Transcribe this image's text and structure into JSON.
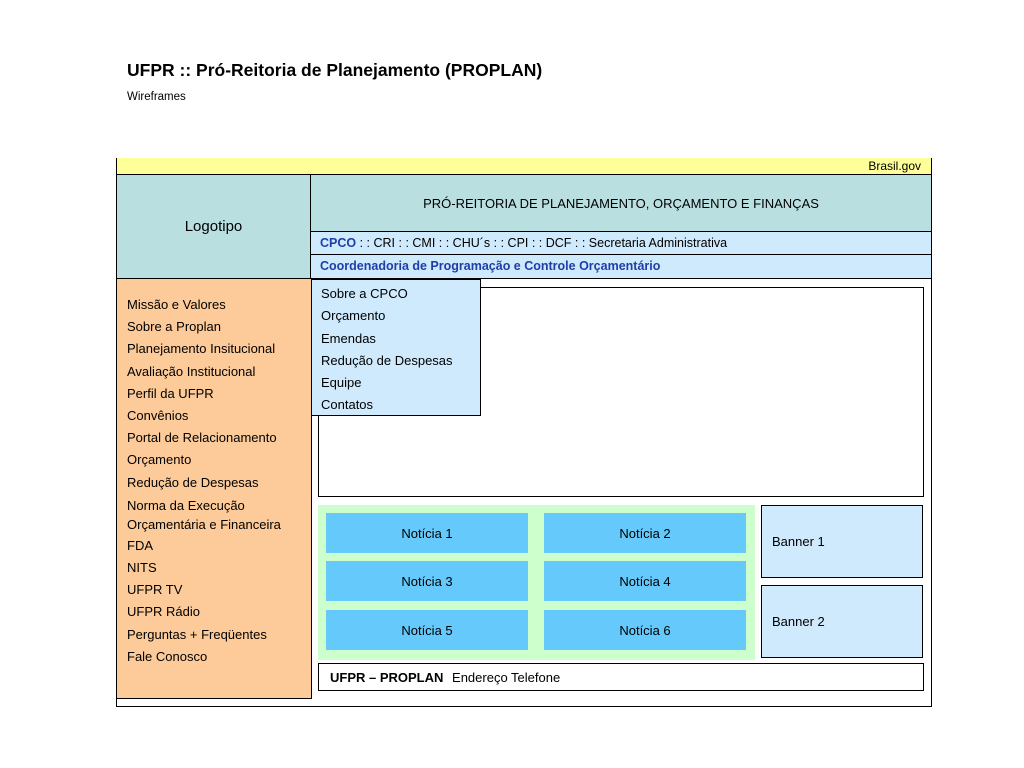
{
  "document": {
    "title": "UFPR :: Pró-Reitoria de Planejamento (PROPLAN)",
    "subtitle": "Wireframes"
  },
  "topbar": {
    "link": "Brasil.gov"
  },
  "logo": {
    "label": "Logotipo"
  },
  "header": {
    "title": "PRÓ-REITORIA DE PLANEJAMENTO, ORÇAMENTO E FINANÇAS"
  },
  "subnav": {
    "selected": "CPCO",
    "items": [
      " : : CRI",
      " : : CMI",
      " : : CHU´s",
      " : : CPI",
      " : : DCF",
      " : : Secretaria Administrativa"
    ]
  },
  "section": {
    "title": "Coordenadoria de Programação e Controle Orçamentário"
  },
  "sidebar": {
    "items": [
      "Missão e Valores",
      "Sobre a Proplan",
      "Planejamento Insitucional",
      "Avaliação Institucional",
      "Perfil da UFPR",
      "Convênios",
      "Portal de Relacionamento",
      "Orçamento",
      "Redução de Despesas",
      "Norma da Execução Orçamentária e Financeira",
      "FDA",
      "NITS",
      "UFPR TV",
      "UFPR Rádio",
      "Perguntas + Freqüentes",
      "Fale Conosco"
    ]
  },
  "dropdown": {
    "items": [
      "Sobre a CPCO",
      "Orçamento",
      "Emendas",
      "Redução de Despesas",
      "Equipe",
      "Contatos"
    ]
  },
  "news": {
    "items": [
      "Notícia 1",
      "Notícia 2",
      "Notícia 3",
      "Notícia 4",
      "Notícia 5",
      "Notícia 6"
    ]
  },
  "banners": {
    "items": [
      "Banner 1",
      "Banner 2"
    ]
  },
  "footer": {
    "brand": "UFPR – PROPLAN",
    "info": "Endereço Telefone"
  },
  "colors": {
    "topbar": "#ffff99",
    "header": "#b9dfe1",
    "subnav": "#cfe9fd",
    "sidebar": "#fdcb99",
    "news_area": "#ccffcc",
    "news_item": "#65c9fb",
    "selected_text": "#1f3ea8"
  }
}
